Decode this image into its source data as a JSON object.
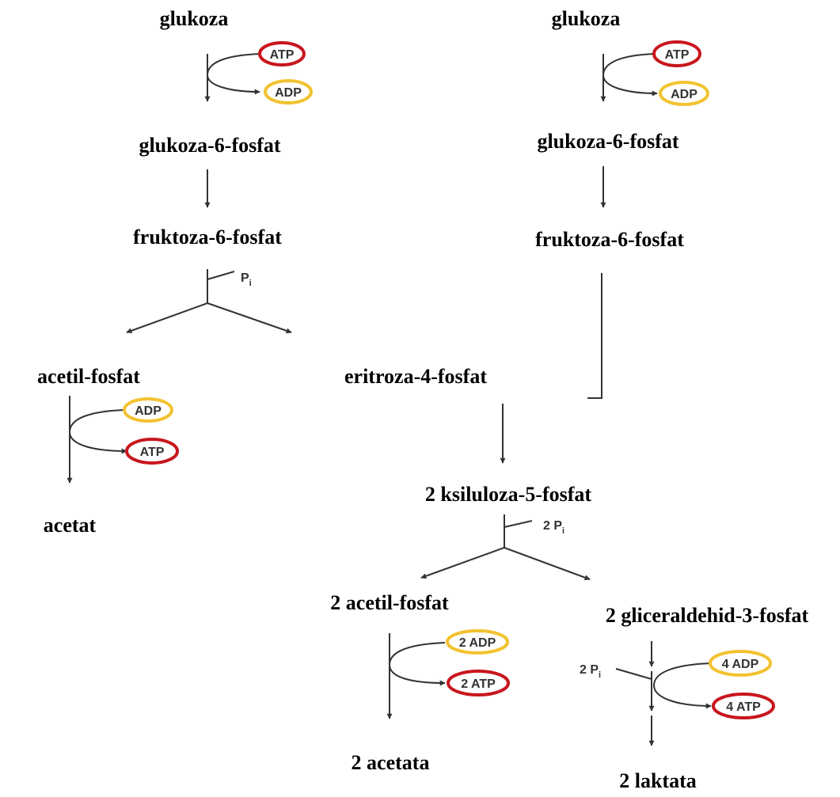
{
  "colors": {
    "atp": "#c8161d",
    "adp": "#f2c230",
    "line": "#333333"
  },
  "left": {
    "glucose": "glukoza",
    "g6p": "glukoza-6-fosfat",
    "f6p": "fruktoza-6-fosfat",
    "pi": {
      "base": "P",
      "sub": "i"
    },
    "acetyl_p": "acetil-fosfat",
    "e4p": "eritroza-4-fosfat",
    "acetate": "acetat",
    "atp1": "ATP",
    "adp1": "ADP",
    "adp2": "ADP",
    "atp2": "ATP"
  },
  "right": {
    "glucose": "glukoza",
    "g6p": "glukoza-6-fosfat",
    "f6p": "fruktoza-6-fosfat",
    "x5p": "2 ksiluloza-5-fosfat",
    "pi": {
      "base": "2 P",
      "sub": "i"
    },
    "acetyl_p": "2 acetil-fosfat",
    "gap": "2 gliceraldehid-3-fosfat",
    "acetate": "2 acetata",
    "lactate": "2 laktata",
    "atp1": "ATP",
    "adp1": "ADP",
    "adp2": "2 ADP",
    "atp2": "2 ATP",
    "pi2": {
      "base": "2 P",
      "sub": "i"
    },
    "adp3": "4 ADP",
    "atp3": "4 ATP"
  }
}
